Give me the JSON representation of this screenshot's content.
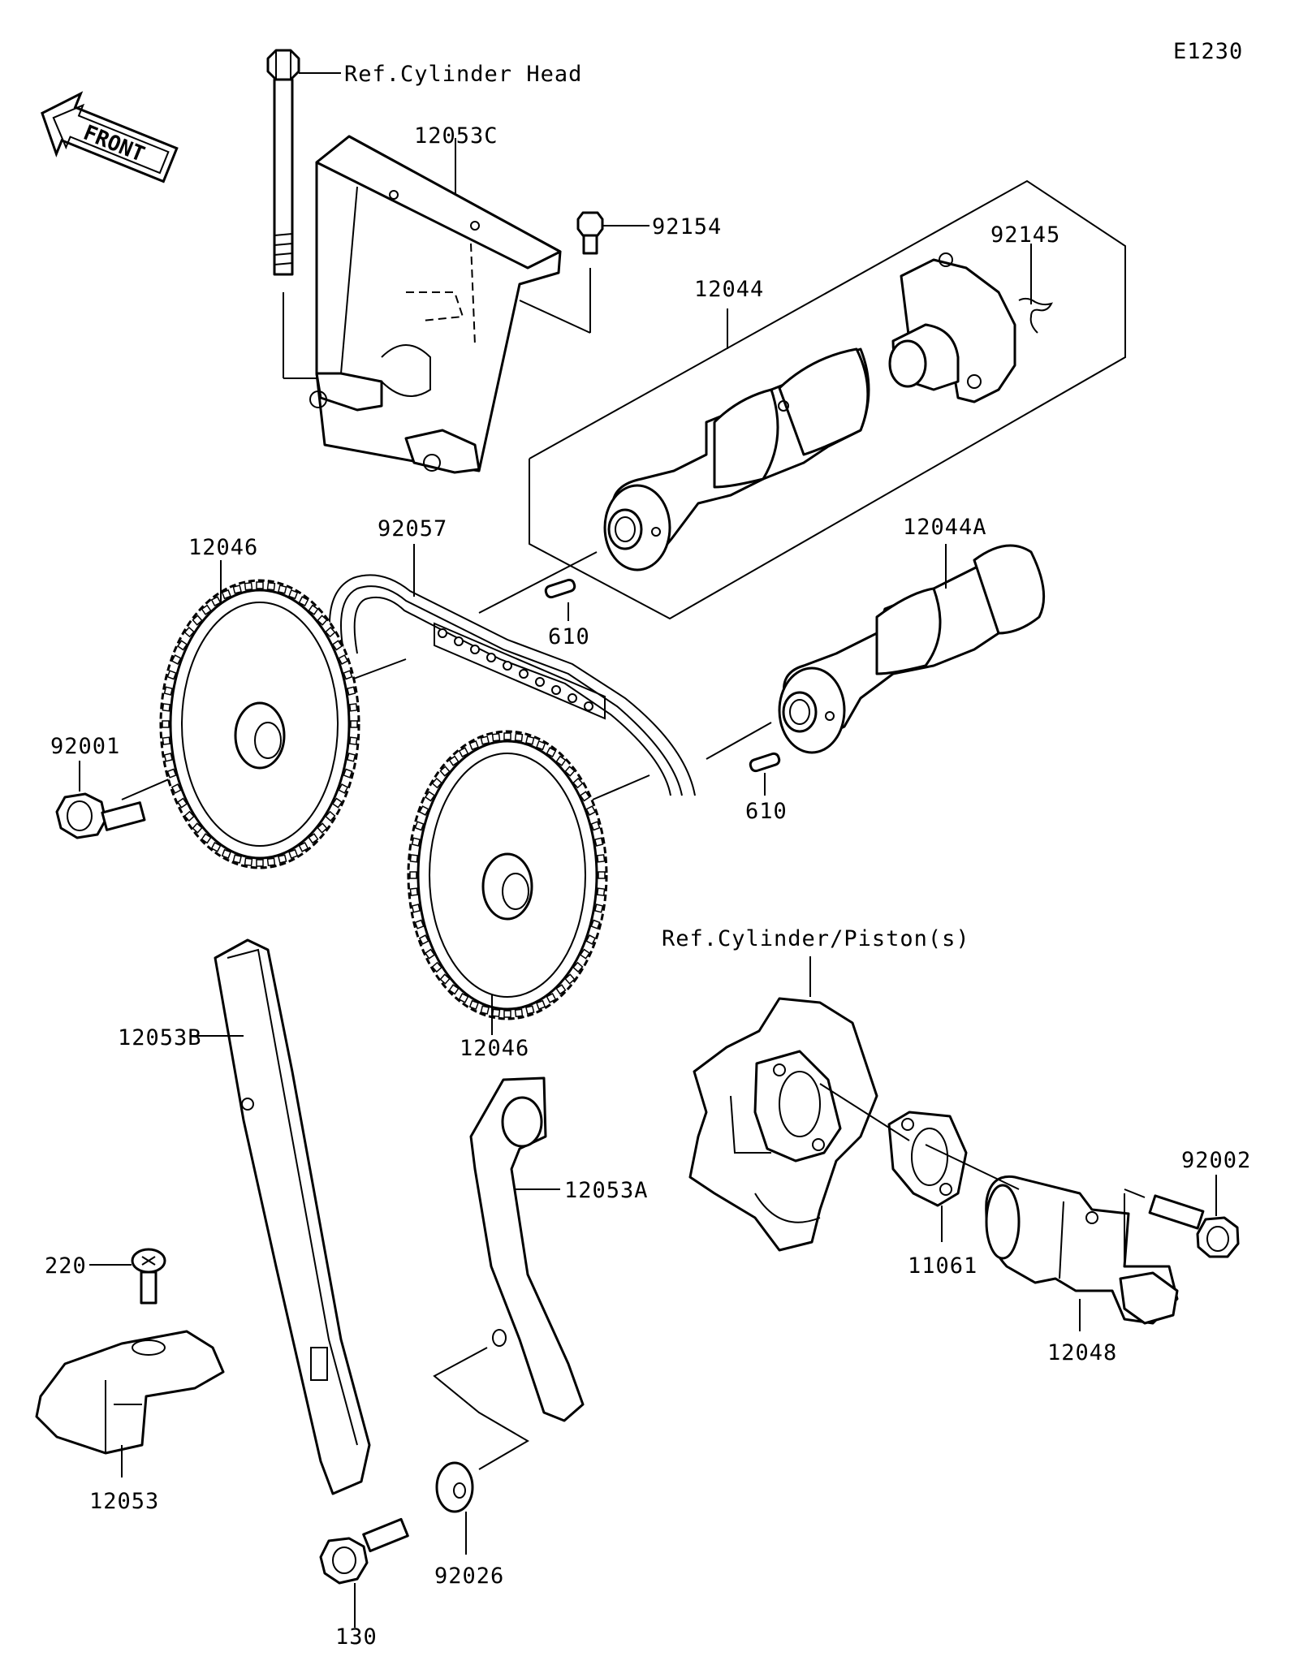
{
  "diagram_code": "E1230",
  "front_label": "FRONT",
  "refs": {
    "cylinder_head": "Ref.Cylinder Head",
    "cylinder_pistons": "Ref.Cylinder/Piston(s)"
  },
  "parts": {
    "p12053C": "12053C",
    "p92154": "92154",
    "p92145": "92145",
    "p12044": "12044",
    "p12044A": "12044A",
    "p92057": "92057",
    "p12046_upper": "12046",
    "p12046_lower": "12046",
    "p610_upper": "610",
    "p610_lower": "610",
    "p92001": "92001",
    "p12053B": "12053B",
    "p12053A": "12053A",
    "p220": "220",
    "p12053": "12053",
    "p130": "130",
    "p92026": "92026",
    "p11061": "11061",
    "p12048": "12048",
    "p92002": "92002"
  }
}
